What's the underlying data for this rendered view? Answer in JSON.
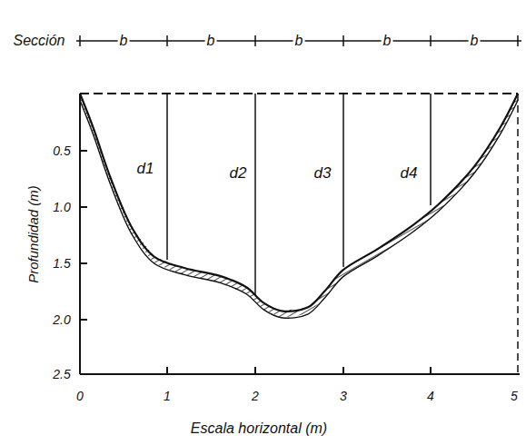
{
  "diagram": {
    "labels": [
      "Sección",
      "b",
      "b",
      "b",
      "b",
      "b",
      "d1",
      "d2",
      "d3",
      "d4",
      "0.5",
      "1.0",
      "1.5",
      "2.0",
      "2.5",
      "Profundidad (m)",
      "0",
      "1",
      "2",
      "3",
      "4",
      "5",
      "Escala horizontal (m)"
    ]
  }
}
